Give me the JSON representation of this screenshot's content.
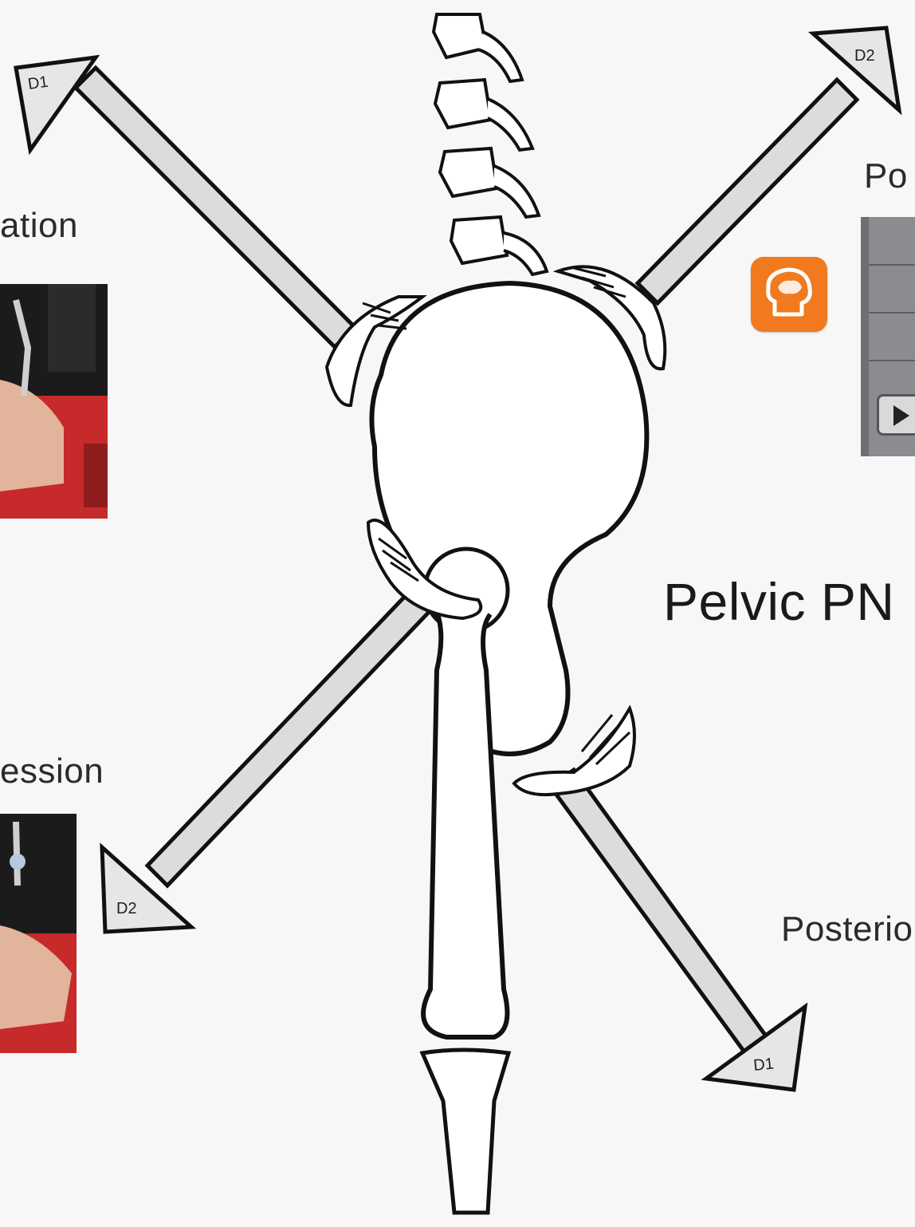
{
  "labels": {
    "top_left_partial": "ation",
    "top_right_partial": "Po",
    "center_title_partial": "Pelvic PN",
    "bottom_left_partial": "ession",
    "bottom_right_partial": "Posterio"
  },
  "arrow_tags": {
    "upper_left": "D1",
    "upper_right": "D2",
    "lower_left": "D2",
    "lower_right": "D1"
  },
  "colors": {
    "app_icon": "#f07a1d",
    "shirt_red": "#c62a2a",
    "outline": "#111111",
    "arrow_fill": "#dcdcdc"
  },
  "icons": {
    "app": "brain-head-icon",
    "video": "play-icon"
  }
}
